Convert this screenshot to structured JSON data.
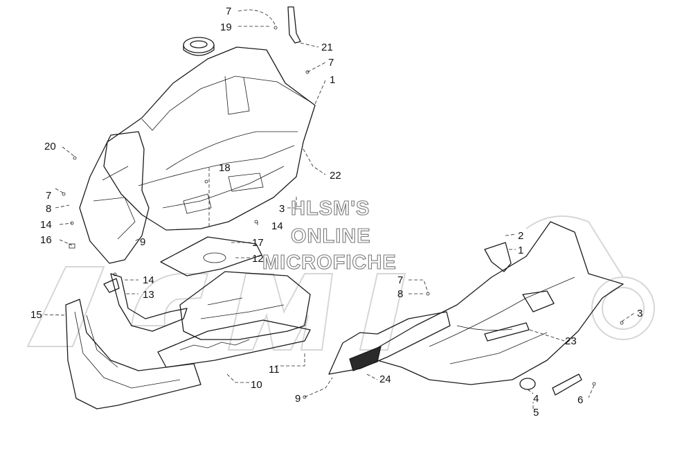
{
  "watermark": {
    "line1": "HLSM'S",
    "line2": "ONLINE",
    "line3": "MICROFICHE"
  },
  "callouts": [
    {
      "id": "c-7a",
      "text": "7"
    },
    {
      "id": "c-19",
      "text": "19"
    },
    {
      "id": "c-21",
      "text": "21"
    },
    {
      "id": "c-7b",
      "text": "7"
    },
    {
      "id": "c-1a",
      "text": "1"
    },
    {
      "id": "c-20",
      "text": "20"
    },
    {
      "id": "c-18",
      "text": "18"
    },
    {
      "id": "c-22",
      "text": "22"
    },
    {
      "id": "c-7c",
      "text": "7"
    },
    {
      "id": "c-8a",
      "text": "8"
    },
    {
      "id": "c-3a",
      "text": "3"
    },
    {
      "id": "c-14a",
      "text": "14"
    },
    {
      "id": "c-14b",
      "text": "14"
    },
    {
      "id": "c-9a",
      "text": "9"
    },
    {
      "id": "c-16",
      "text": "16"
    },
    {
      "id": "c-17",
      "text": "17"
    },
    {
      "id": "c-12",
      "text": "12"
    },
    {
      "id": "c-14c",
      "text": "14"
    },
    {
      "id": "c-13",
      "text": "13"
    },
    {
      "id": "c-15",
      "text": "15"
    },
    {
      "id": "c-11",
      "text": "11"
    },
    {
      "id": "c-10",
      "text": "10"
    },
    {
      "id": "c-9b",
      "text": "9"
    },
    {
      "id": "c-24",
      "text": "24"
    },
    {
      "id": "c-2",
      "text": "2"
    },
    {
      "id": "c-1b",
      "text": "1"
    },
    {
      "id": "c-7d",
      "text": "7"
    },
    {
      "id": "c-8b",
      "text": "8"
    },
    {
      "id": "c-3b",
      "text": "3"
    },
    {
      "id": "c-23",
      "text": "23"
    },
    {
      "id": "c-4",
      "text": "4"
    },
    {
      "id": "c-5",
      "text": "5"
    },
    {
      "id": "c-6",
      "text": "6"
    }
  ],
  "colors": {
    "line": "#1a1a1a",
    "watermark_text": "#777777",
    "logo": "#d6d6d6"
  }
}
